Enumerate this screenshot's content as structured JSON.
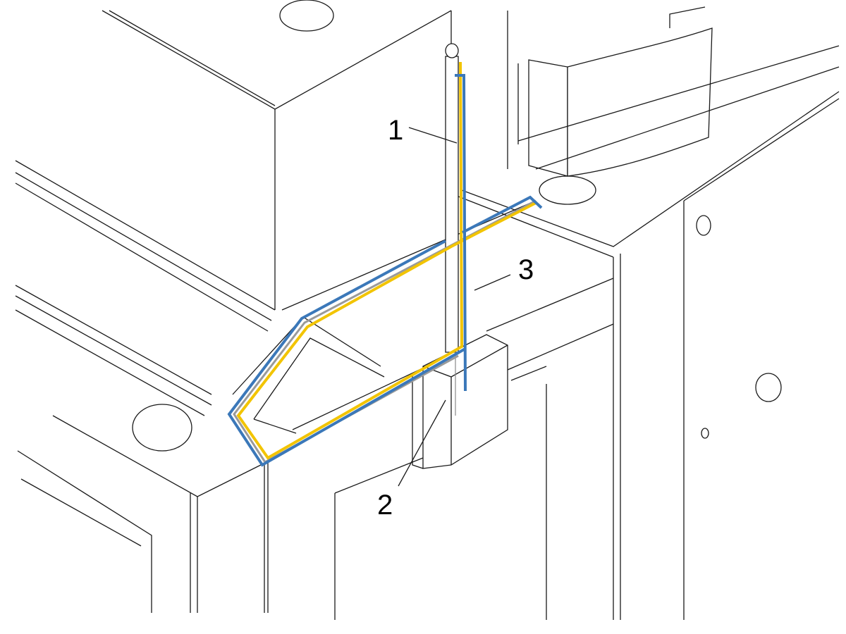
{
  "callouts": [
    {
      "id": "1",
      "label": "1"
    },
    {
      "id": "2",
      "label": "2"
    },
    {
      "id": "3",
      "label": "3"
    }
  ],
  "colors": {
    "cable_blue": "#3b78b9",
    "cable_yellow": "#f2c400",
    "cable_gray": "#9a9a9a",
    "line": "#1a1a1a"
  }
}
